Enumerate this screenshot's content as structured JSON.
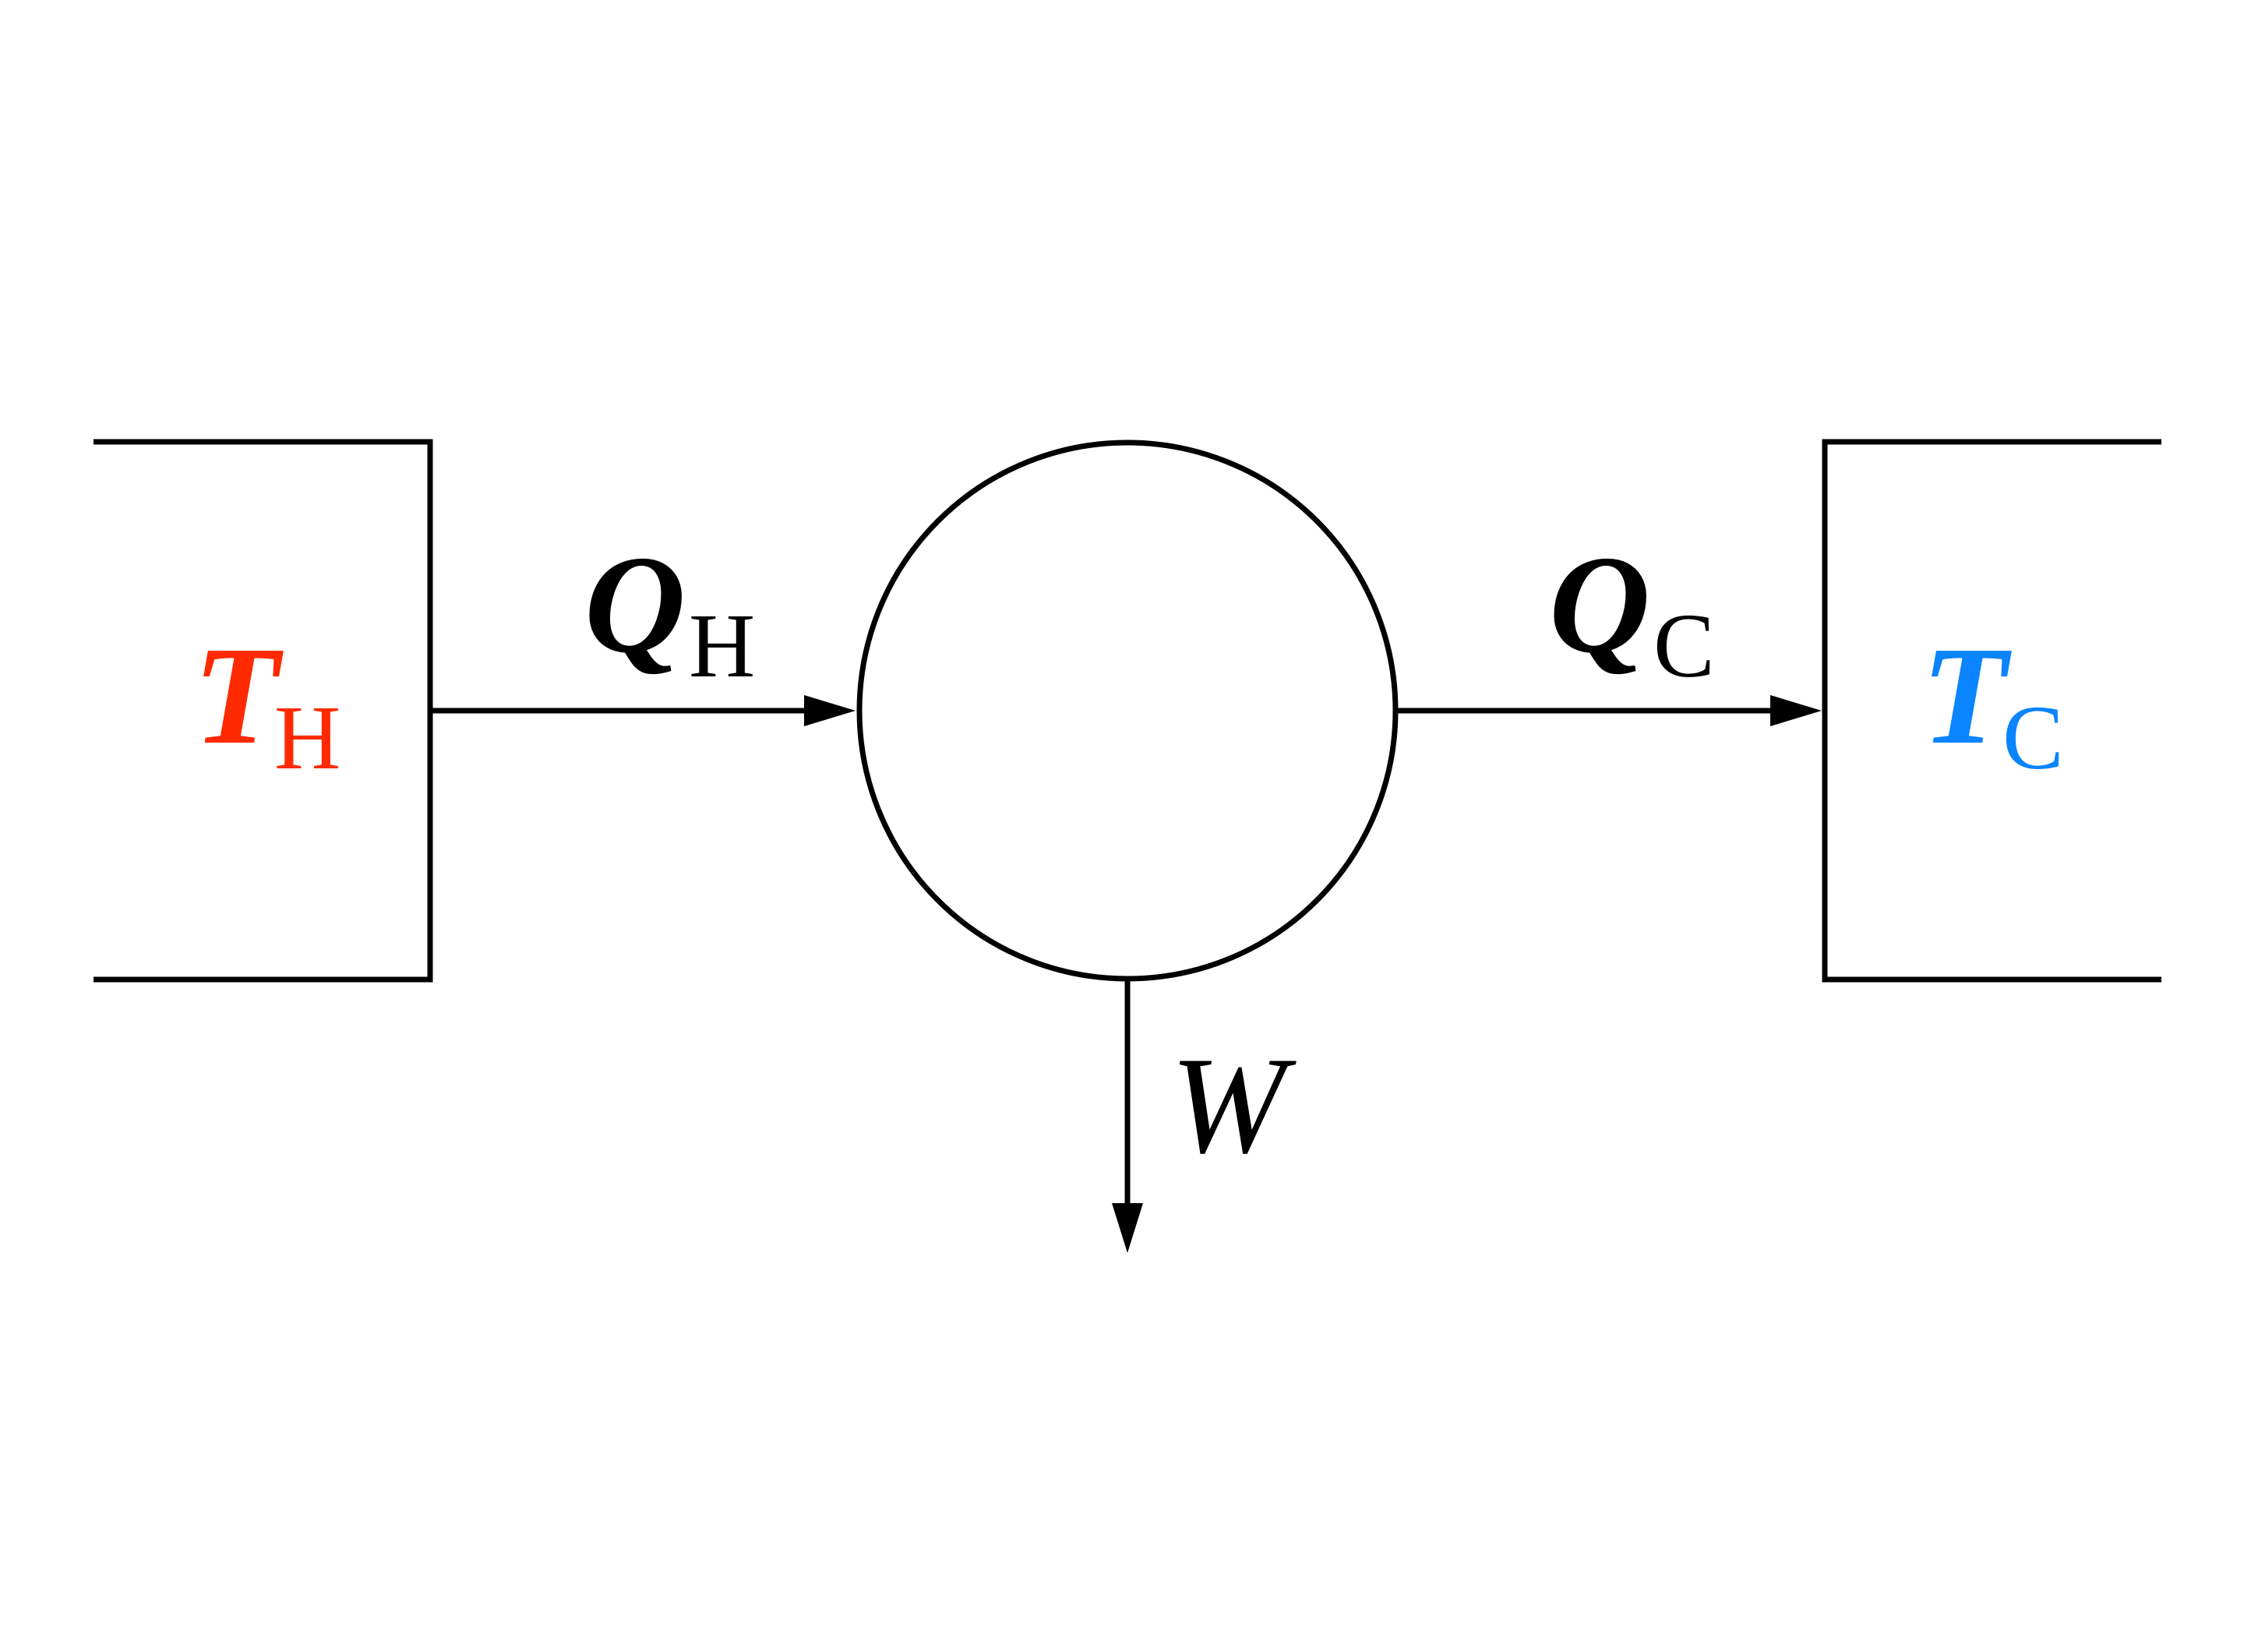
{
  "diagram": {
    "hot_reservoir": {
      "symbol": "T",
      "subscript": "H",
      "color": "#ff2a00"
    },
    "cold_reservoir": {
      "symbol": "T",
      "subscript": "C",
      "color": "#0a84ff"
    },
    "heat_in": {
      "symbol": "Q",
      "subscript": "H"
    },
    "heat_out": {
      "symbol": "Q",
      "subscript": "C"
    },
    "work": {
      "symbol": "W"
    },
    "line_color": "#000000"
  }
}
